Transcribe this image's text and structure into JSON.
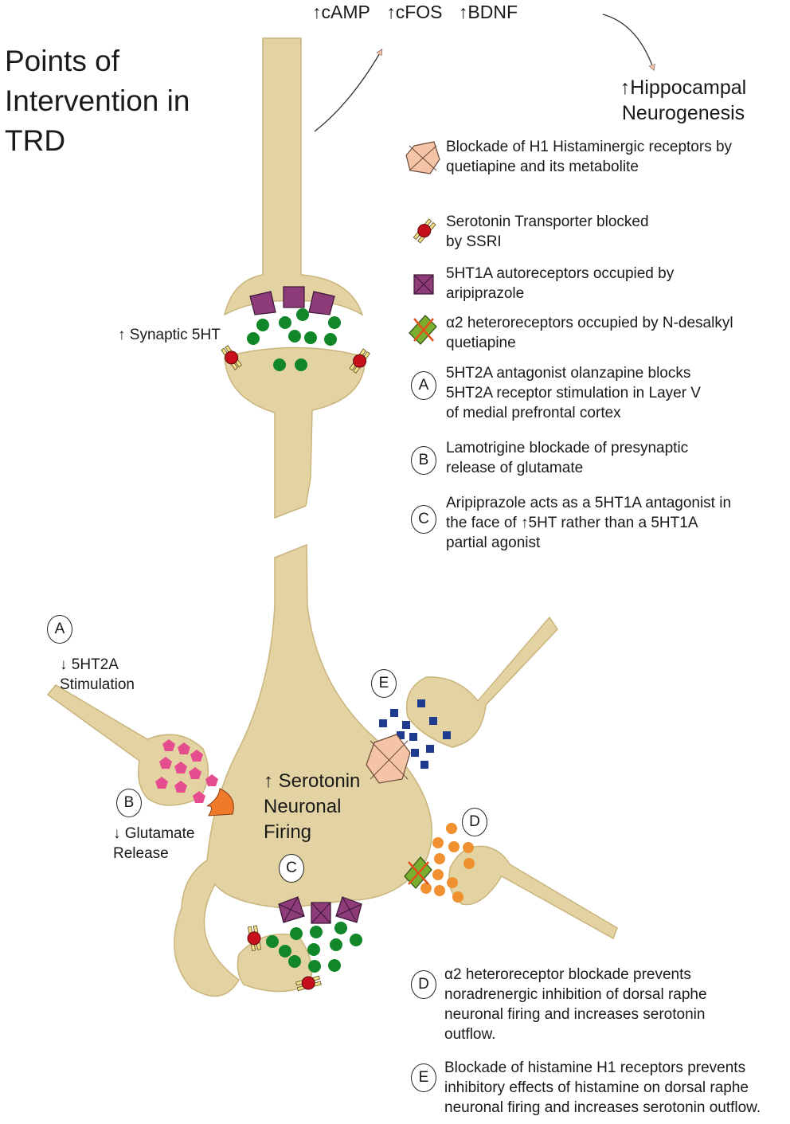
{
  "title": "Points of Intervention in TRD",
  "top_markers": [
    "↑cAMP",
    "↑cFOS",
    "↑BDNF"
  ],
  "hippocampal": "↑Hippocampal Neurogenesis",
  "synaptic_label": "↑ Synaptic 5HT",
  "legend": {
    "h1_text": "Blockade of H1 Histaminergic receptors by quetiapine and its metabolite",
    "sert_text": "Serotonin Transporter blocked by SSRI",
    "ht1a_text": "5HT1A autoreceptors occupied by aripiprazole",
    "alpha2_text": "α2 heteroreceptors occupied by N-desalkyl quetiapine",
    "a_letter": "A",
    "a_text": "5HT2A antagonist olanzapine blocks 5HT2A receptor stimulation in Layer V of medial prefrontal cortex",
    "b_letter": "B",
    "b_text": "Lamotrigine blockade of presynaptic release of glutamate",
    "c_letter": "C",
    "c_text": "Aripiprazole acts as a 5HT1A antagonist in the face of ↑5HT rather than a 5HT1A partial agonist"
  },
  "diagram": {
    "a_letter": "A",
    "a_label": "↓ 5HT2A Stimulation",
    "b_letter": "B",
    "b_label": "↓ Glutamate Release",
    "c_letter": "C",
    "d_letter": "D",
    "e_letter": "E",
    "firing": "↑ Serotonin Neuronal Firing"
  },
  "bottom": {
    "d_letter": "D",
    "d_text": "α2 heteroreceptor blockade prevents noradrenergic inhibition of dorsal raphe neuronal firing and increases serotonin outflow.",
    "e_letter": "E",
    "e_text": "Blockade of histamine H1 receptors prevents inhibitory effects of histamine on dorsal raphe neuronal firing and increases serotonin outflow."
  },
  "colors": {
    "neuron": "#e3d3a3",
    "neuron_edge": "#c9b47c",
    "serotonin": "#12872a",
    "autoreceptor": "#8e3b7a",
    "sert": "#c8101c",
    "glutamate": "#e54d8f",
    "norepinephrine": "#f0902f",
    "histamine": "#1f3b8f",
    "h1_receptor": "#f5c3a6",
    "alpha2": "#7aae2f",
    "nmda": "#ee7a2a"
  }
}
